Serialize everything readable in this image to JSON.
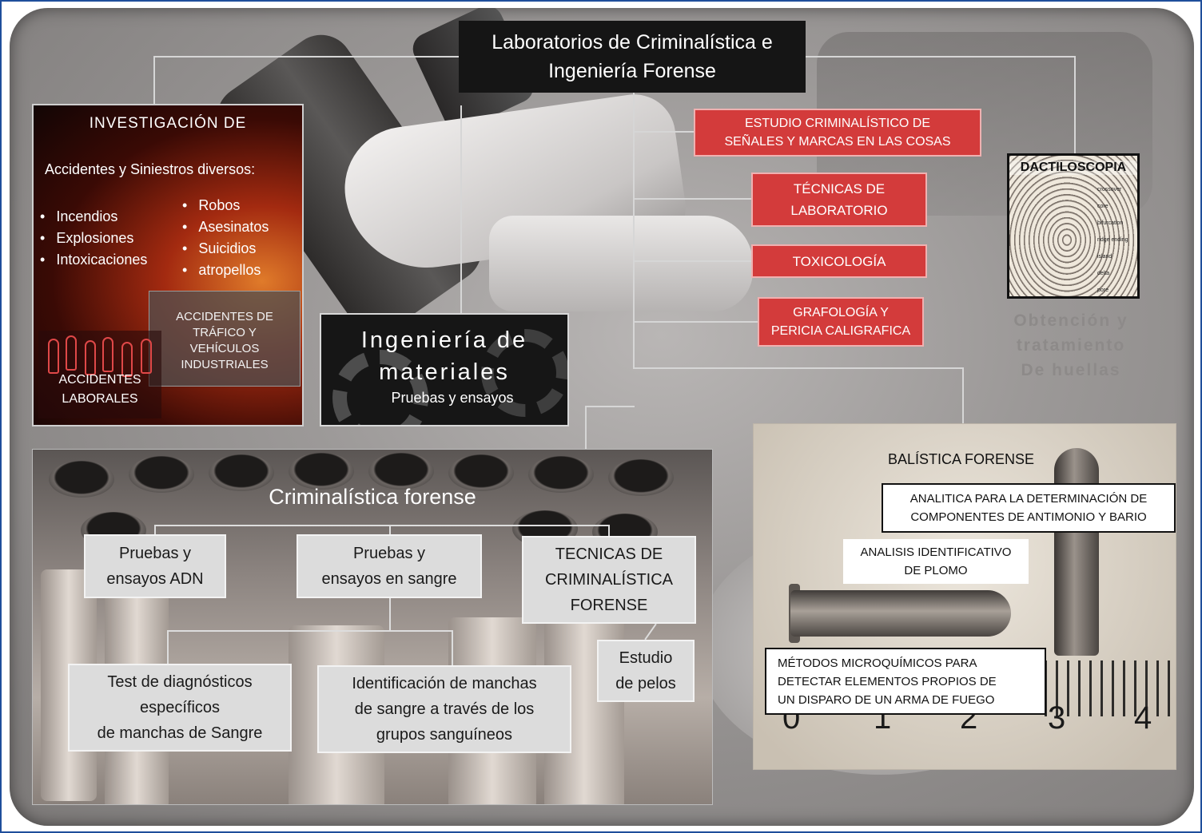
{
  "title": {
    "line1": "Laboratorios de Criminalística e",
    "line2": "Ingeniería Forense"
  },
  "red_boxes": [
    {
      "line1": "ESTUDIO CRIMINALÍSTICO DE",
      "line2": "SEÑALES Y MARCAS EN LAS COSAS"
    },
    {
      "line1": "TÉCNICAS DE",
      "line2": "LABORATORIO"
    },
    {
      "line1": "TOXICOLOGÍA",
      "line2": ""
    },
    {
      "line1": "GRAFOLOGÍA Y",
      "line2": "PERICIA CALIGRAFICA"
    }
  ],
  "investigacion": {
    "title": "INVESTIGACIÓN  DE",
    "subtitle": "Accidentes  y Siniestros diversos:",
    "left_items": [
      "Incendios",
      "Explosiones",
      "Intoxicaciones"
    ],
    "right_items": [
      "Robos",
      "Asesinatos",
      "Suicidios",
      "atropellos"
    ],
    "traffic": [
      "ACCIDENTES DE",
      "TRÁFICO Y",
      "VEHÍCULOS",
      "INDUSTRIALES"
    ],
    "work": [
      "ACCIDENTES",
      "LABORALES"
    ]
  },
  "materiales": {
    "line1": "Ingeniería  de",
    "line2": "materiales",
    "subtitle": "Pruebas y ensayos"
  },
  "dactiloscopia": {
    "title": "DACTILOSCOPIA",
    "labels": [
      "crossover",
      "core",
      "bifurcation",
      "ridge ending",
      "island",
      "delta",
      "pore"
    ],
    "caption": [
      "Obtención y",
      "tratamiento",
      "De huellas"
    ]
  },
  "criminalistica": {
    "title": "Criminalística forense",
    "boxes": {
      "adn": [
        "Pruebas y",
        "ensayos ADN"
      ],
      "sangre": [
        "Pruebas y",
        "ensayos en sangre"
      ],
      "tecnicas": [
        "TECNICAS  DE",
        "CRIMINALÍSTICA",
        "FORENSE"
      ],
      "test": [
        "Test de diagnósticos",
        "específicos",
        "de manchas de Sangre"
      ],
      "identificacion": [
        "Identificación de manchas",
        "de sangre a través de los",
        "grupos sanguíneos"
      ],
      "pelos": [
        "Estudio",
        "de pelos"
      ]
    }
  },
  "balistica": {
    "title": "BALÍSTICA FORENSE",
    "analitica": [
      "ANALITICA PARA LA DETERMINACIÓN DE",
      "COMPONENTES DE ANTIMONIO Y BARIO"
    ],
    "plomo": [
      "ANALISIS IDENTIFICATIVO",
      "DE PLOMO"
    ],
    "metodos": [
      "MÉTODOS MICROQUÍMICOS PARA",
      "DETECTAR ELEMENTOS PROPIOS DE",
      "UN DISPARO DE UN ARMA DE FUEGO"
    ],
    "ruler_numbers": [
      "0",
      "1",
      "2",
      "3",
      "4"
    ]
  }
}
